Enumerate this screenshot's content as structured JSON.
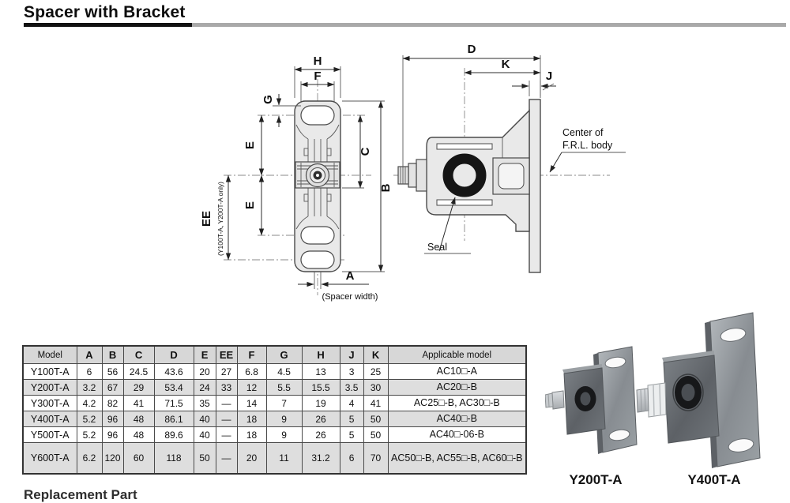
{
  "page": {
    "title": "Spacer with Bracket",
    "bottom_heading": "Replacement Part"
  },
  "diagram": {
    "front": {
      "dim_h": "H",
      "dim_f": "F",
      "dim_g": "G",
      "dim_e_upper": "E",
      "dim_e_lower": "E",
      "dim_ee": "EE",
      "ee_note": "(Y100T-A, Y200T-A only)",
      "dim_c": "C",
      "dim_b": "B",
      "dim_a": "A",
      "a_note": "(Spacer width)"
    },
    "side": {
      "dim_d": "D",
      "dim_k": "K",
      "dim_j": "J",
      "center_note_1": "Center of",
      "center_note_2": "F.R.L. body",
      "seal_label": "Seal"
    }
  },
  "table": {
    "headers": [
      "Model",
      "A",
      "B",
      "C",
      "D",
      "E",
      "EE",
      "F",
      "G",
      "H",
      "J",
      "K",
      "Applicable model"
    ],
    "rows": [
      {
        "model": "Y100T-A",
        "values": [
          "6",
          "56",
          "24.5",
          "43.6",
          "20",
          "27",
          "6.8",
          "4.5",
          "13",
          "3",
          "25"
        ],
        "applicable": "AC10□-A"
      },
      {
        "model": "Y200T-A",
        "values": [
          "3.2",
          "67",
          "29",
          "53.4",
          "24",
          "33",
          "12",
          "5.5",
          "15.5",
          "3.5",
          "30"
        ],
        "applicable": "AC20□-B"
      },
      {
        "model": "Y300T-A",
        "values": [
          "4.2",
          "82",
          "41",
          "71.5",
          "35",
          "—",
          "14",
          "7",
          "19",
          "4",
          "41"
        ],
        "applicable": "AC25□-B, AC30□-B"
      },
      {
        "model": "Y400T-A",
        "values": [
          "5.2",
          "96",
          "48",
          "86.1",
          "40",
          "—",
          "18",
          "9",
          "26",
          "5",
          "50"
        ],
        "applicable": "AC40□-B"
      },
      {
        "model": "Y500T-A",
        "values": [
          "5.2",
          "96",
          "48",
          "89.6",
          "40",
          "—",
          "18",
          "9",
          "26",
          "5",
          "50"
        ],
        "applicable": "AC40□-06-B"
      },
      {
        "model": "Y600T-A",
        "values": [
          "6.2",
          "120",
          "60",
          "118",
          "50",
          "—",
          "20",
          "11",
          "31.2",
          "6",
          "70"
        ],
        "applicable": "AC50□-B, AC55□-B,\nAC60□-B"
      }
    ]
  },
  "photos": {
    "captions": [
      "Y200T-A",
      "Y400T-A"
    ]
  },
  "colors": {
    "accent_black": "#111111",
    "rule_gray": "#a9a9a9",
    "table_header_bg": "#d7d7d7",
    "row_shade": "#dedede",
    "diagram_fill": "#e9e9e9",
    "seal_black": "#151515",
    "metal_gray": "#8a8f94"
  }
}
